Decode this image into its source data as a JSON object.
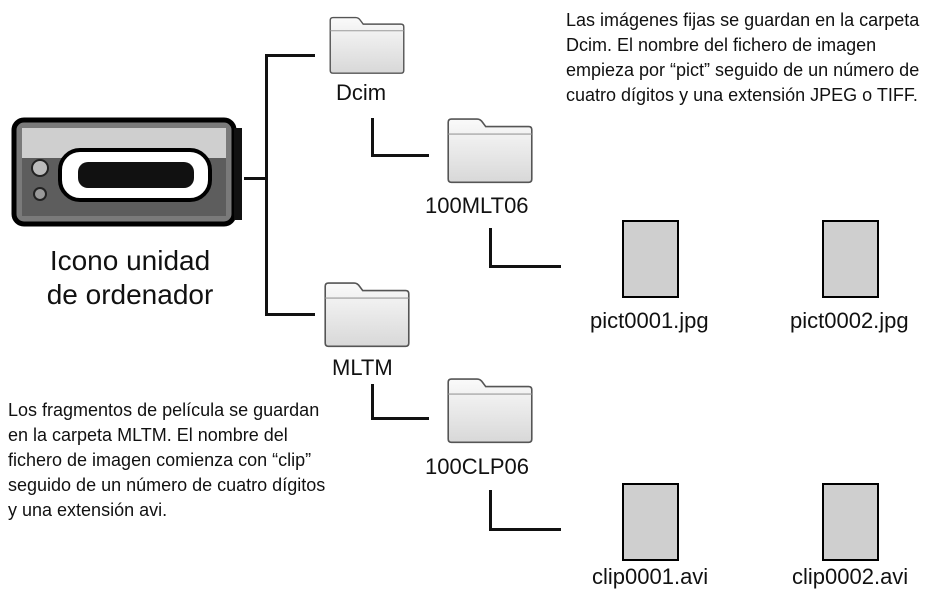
{
  "drive": {
    "icon": "computer-drive-icon",
    "caption_line1": "Icono unidad",
    "caption_line2": "de ordenador"
  },
  "folders": {
    "dcim": {
      "label": "Dcim",
      "icon": "folder-icon"
    },
    "mlt": {
      "label": "100MLT06",
      "icon": "folder-icon"
    },
    "mltm": {
      "label": "MLTM",
      "icon": "folder-icon"
    },
    "clp": {
      "label": "100CLP06",
      "icon": "folder-icon"
    }
  },
  "files": [
    {
      "name": "pict0001.jpg",
      "icon": "file-icon"
    },
    {
      "name": "pict0002.jpg",
      "icon": "file-icon"
    },
    {
      "name": "clip0001.avi",
      "icon": "file-icon"
    },
    {
      "name": "clip0002.avi",
      "icon": "file-icon"
    }
  ],
  "descriptions": {
    "stills": "Las imágenes fijas se guardan en la carpeta Dcim. El nombre del fichero de imagen empieza por “pict” seguido de un número de cuatro dígitos y una extensión JPEG o TIFF.",
    "movies": "Los fragmentos de película se guardan en la carpeta MLTM. El nombre del fichero de imagen comienza con “clip” seguido de un número de cuatro dígitos y una extensión avi."
  }
}
